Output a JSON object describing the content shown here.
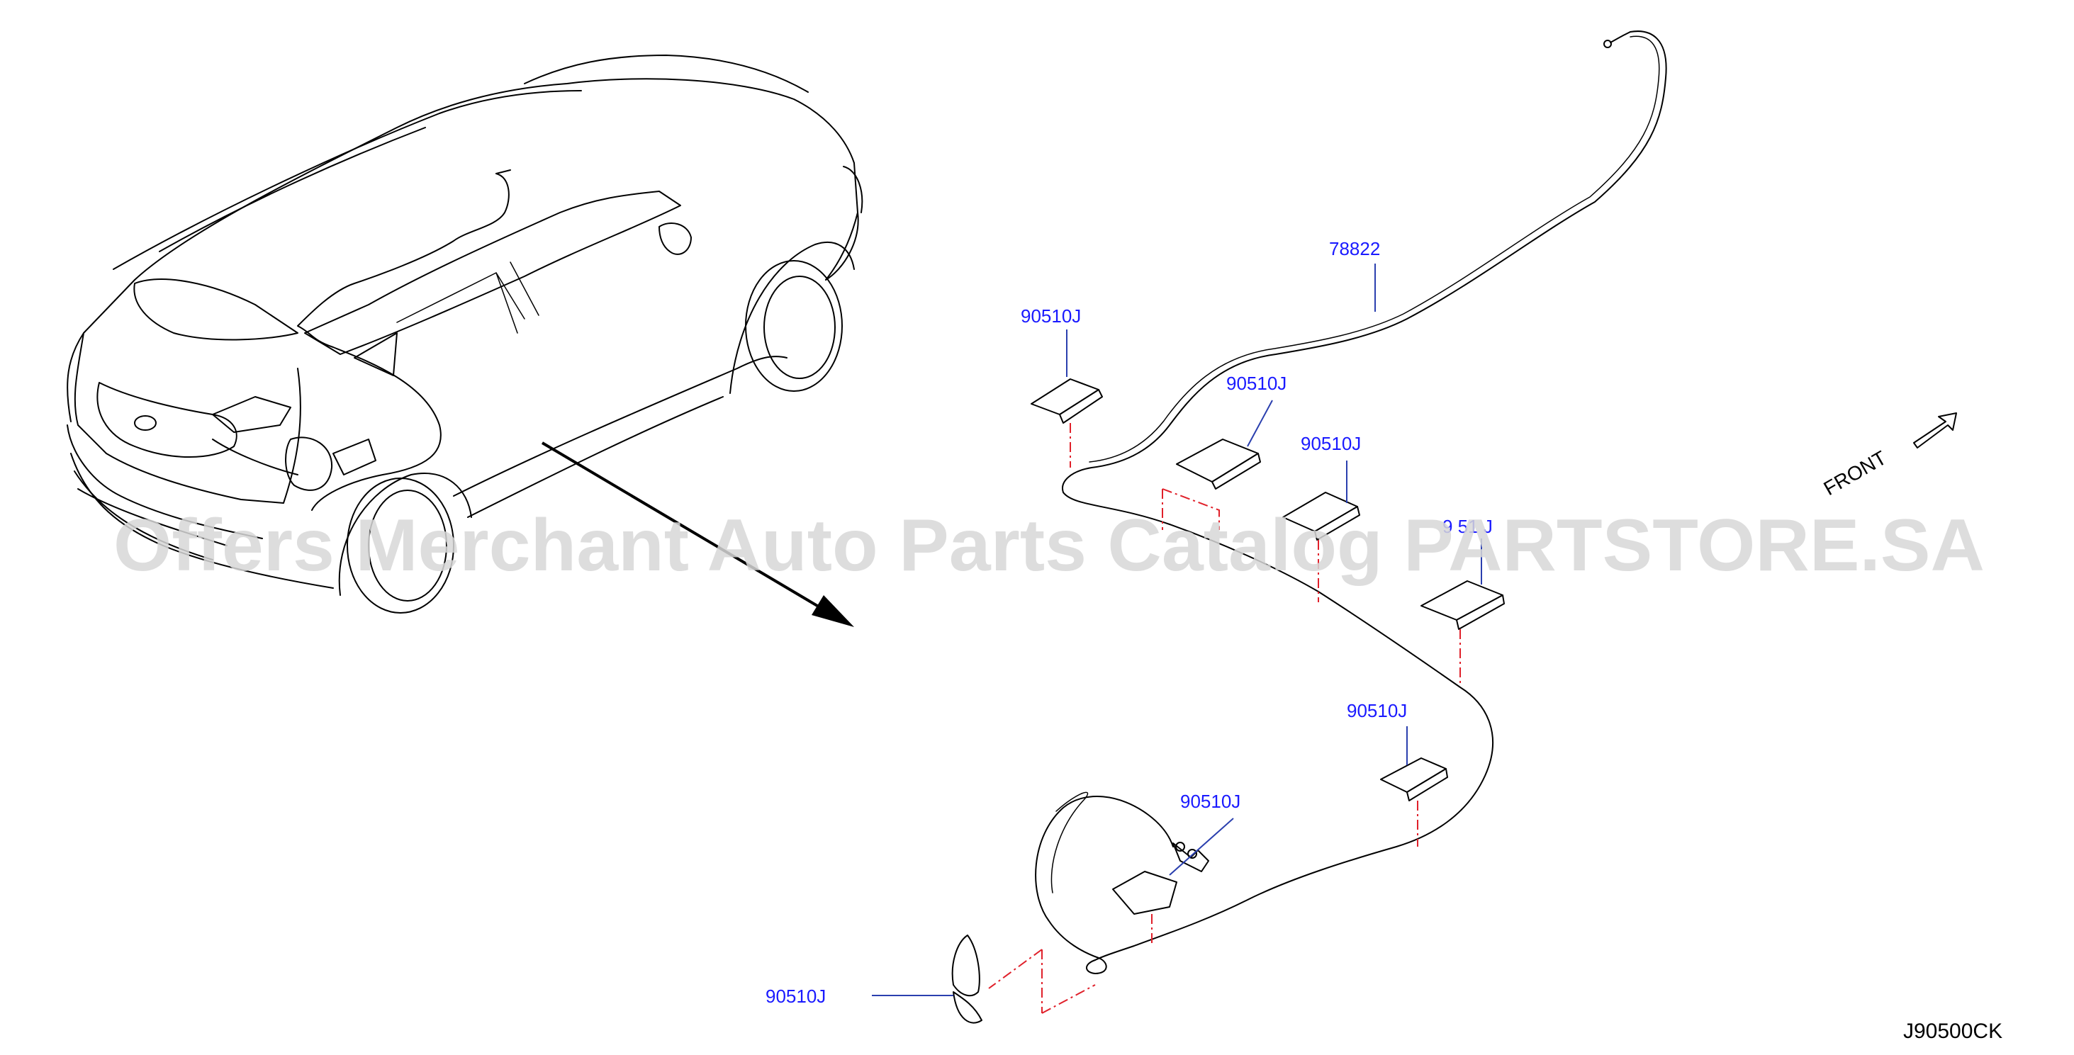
{
  "diagram": {
    "callouts": {
      "antenna_cable": "78822",
      "clip_1": "90510J",
      "clip_2": "90510J",
      "clip_3": "90510J",
      "clip_4": "9 51 J",
      "clip_5": "90510J",
      "clip_6": "90510J",
      "clip_7": "90510J"
    },
    "direction_label": "FRONT",
    "drawing_code": "J90500CK",
    "watermark": "Offers Merchant Auto Parts Catalog PARTSTORE.SA",
    "colors": {
      "callout_text": "#1a1aff",
      "leader_line": "#2a3fae",
      "phantom_line": "#e0202a",
      "watermark": "#d8d8d8"
    }
  }
}
